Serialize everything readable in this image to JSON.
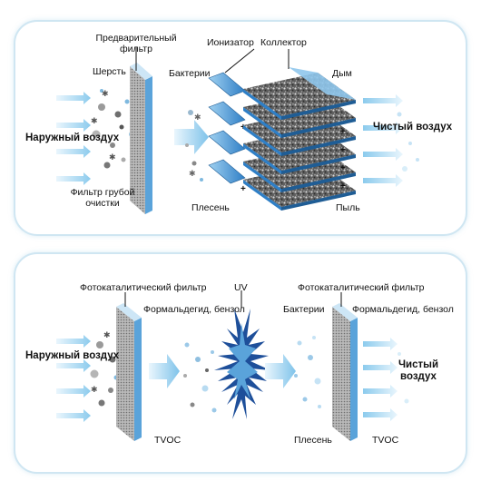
{
  "top": {
    "prefilter_label": "Предварительный\nфильтр",
    "wool_label": "Шерсть",
    "ionizer_label": "Ионизатор",
    "collector_label": "Коллектор",
    "bacteria_label": "Бактерии",
    "smoke_label": "Дым",
    "outdoor_air_label": "Наружный воздух",
    "clean_air_label": "Чистый воздух",
    "coarse_filter_label": "Фильтр грубой\nочистки",
    "mold_label": "Плесень",
    "dust_label": "Пыль"
  },
  "bottom": {
    "photocatalytic_left_label": "Фотокаталитический фильтр",
    "uv_label": "UV",
    "photocatalytic_right_label": "Фотокаталитический фильтр",
    "formaldehyde_left_label": "Формальдегид, бензол",
    "bacteria_label": "Бактерии",
    "formaldehyde_right_label": "Формальдегид, бензол",
    "outdoor_air_label": "Наружный воздух",
    "clean_air_label": "Чистый\nвоздух",
    "tvoc_left_label": "TVOC",
    "mold_label": "Плесень",
    "tvoc_right_label": "TVOC"
  },
  "colors": {
    "panel_border": "#cfe6f2",
    "plate_blue": "#3f8fd0",
    "plate_light": "#9fd0f0",
    "arrow_blue": "#8ccbed",
    "uv_dark": "#1e4f9a"
  }
}
